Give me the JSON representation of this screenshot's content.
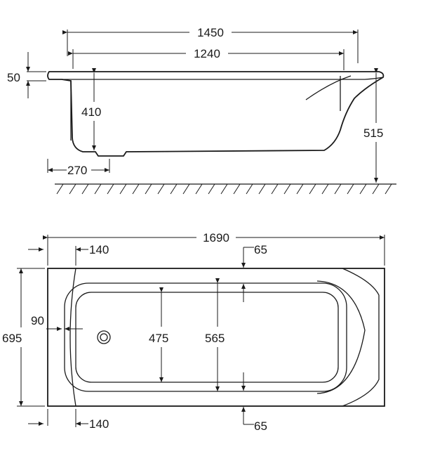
{
  "side_view": {
    "dims": {
      "overall_length": "1450",
      "inner_length": "1240",
      "rim_thickness": "50",
      "inner_depth": "410",
      "overall_height": "515",
      "drain_offset": "270"
    }
  },
  "top_view": {
    "dims": {
      "overall_length": "1690",
      "overall_width": "695",
      "inner_width_narrow": "475",
      "inner_width_wide": "565",
      "drain_edge_distance": "90",
      "head_rim_top": "140",
      "head_rim_bottom": "140",
      "side_rim_top": "65",
      "side_rim_bottom": "65"
    }
  },
  "colors": {
    "line": "#1a1a1a",
    "background": "#ffffff"
  }
}
